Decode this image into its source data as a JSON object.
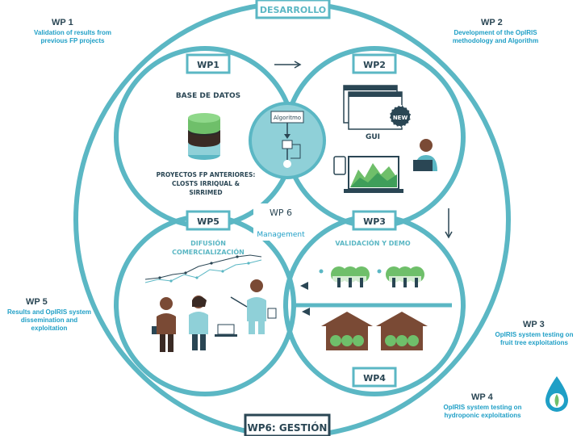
{
  "top_banner": "DESARROLLO",
  "bottom_banner": "WP6: GESTIÓN",
  "packages": {
    "wp1": {
      "badge": "WP1",
      "title": "BASE DE DATOS",
      "projects_title": "PROYECTOS FP ANTERIORES:",
      "projects_sub1": "CLOSTS IRRIQUAL &",
      "projects_sub2": "SIRRIMED"
    },
    "wp2": {
      "badge": "WP2",
      "gui_label": "GUI",
      "new_badge": "NEW"
    },
    "wp3": {
      "badge": "WP3",
      "title": "VALIDACIÓN Y DEMO"
    },
    "wp4": {
      "badge": "WP4"
    },
    "wp5": {
      "badge": "WP5",
      "title1": "DIFUSIÓN",
      "title2": "COMERCIALIZACIÓN"
    },
    "wp6": {
      "label": "WP 6",
      "sub": "Management"
    }
  },
  "center": {
    "algorithm_label": "Algoritmo"
  },
  "side_notes": {
    "wp1": {
      "title": "WP 1",
      "line1": "Validation of results from",
      "line2": "previous FP projects"
    },
    "wp2": {
      "title": "WP 2",
      "line1": "Development of the OpIRIS",
      "line2": "methodology and Algorithm"
    },
    "wp3": {
      "title": "WP 3",
      "line1": "OpIRIS system testing on",
      "line2": "fruit tree exploitations"
    },
    "wp4": {
      "title": "WP 4",
      "line1": "OpIRIS system testing on",
      "line2": "hydroponic exploitations"
    },
    "wp5": {
      "title": "WP 5",
      "line1": "Results and OpIRIS system",
      "line2": "dissemination and",
      "line3": "exploitation"
    }
  },
  "colors": {
    "teal": "#5bb7c4",
    "dark": "#2a4654",
    "blue": "#1f9fc6",
    "brown": "#7a4a35",
    "green": "#6fbf6a"
  }
}
